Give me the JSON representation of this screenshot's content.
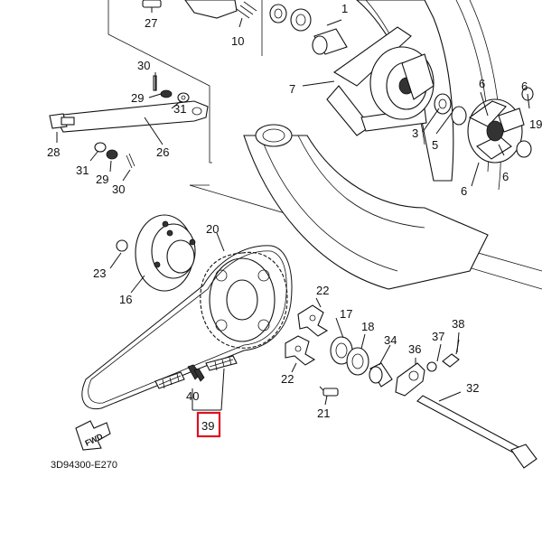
{
  "diagram": {
    "drawing_code": "3D94300-E270",
    "fwd_label": "FWD",
    "highlight_color": "#e01020",
    "highlighted_part": "39",
    "callouts": {
      "p1": "1",
      "p3": "3",
      "p5": "5",
      "p6a": "6",
      "p6b": "6",
      "p6c": "6",
      "p7": "7",
      "p10": "10",
      "p16": "16",
      "p17": "17",
      "p18": "18",
      "p19": "19",
      "p20": "20",
      "p21": "21",
      "p22a": "22",
      "p22b": "22",
      "p23": "23",
      "p26": "26",
      "p27": "27",
      "p28": "28",
      "p29a": "29",
      "p29b": "29",
      "p30a": "30",
      "p30b": "30",
      "p31a": "31",
      "p31b": "31",
      "p32": "32",
      "p34": "34",
      "p36": "36",
      "p37": "37",
      "p38": "38",
      "p39": "39",
      "p40": "40"
    }
  }
}
